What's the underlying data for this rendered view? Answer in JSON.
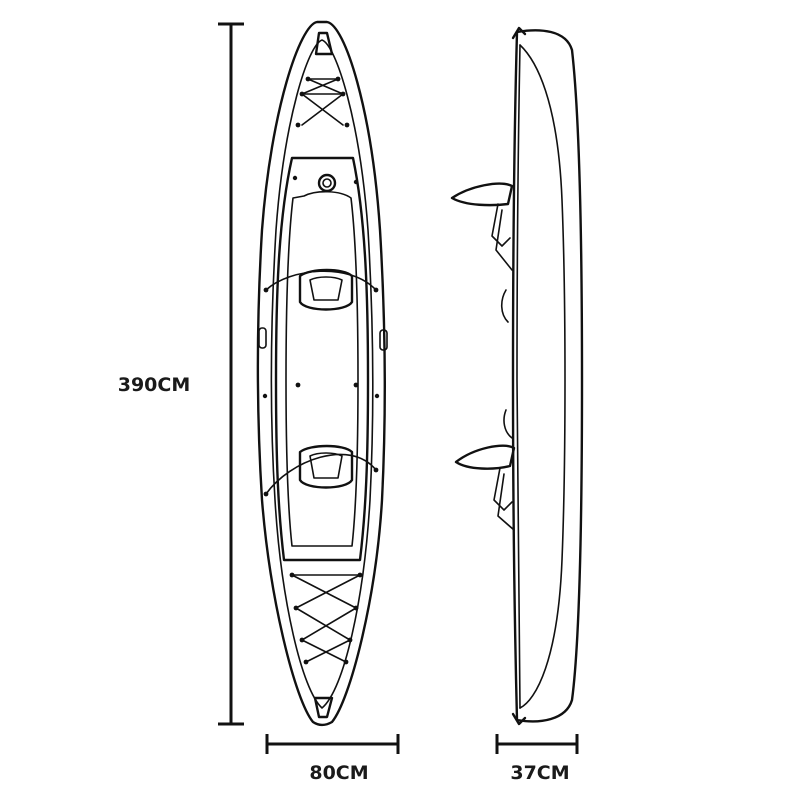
{
  "dimensions": {
    "length": "390CM",
    "width": "80CM",
    "height": "37CM"
  }
}
